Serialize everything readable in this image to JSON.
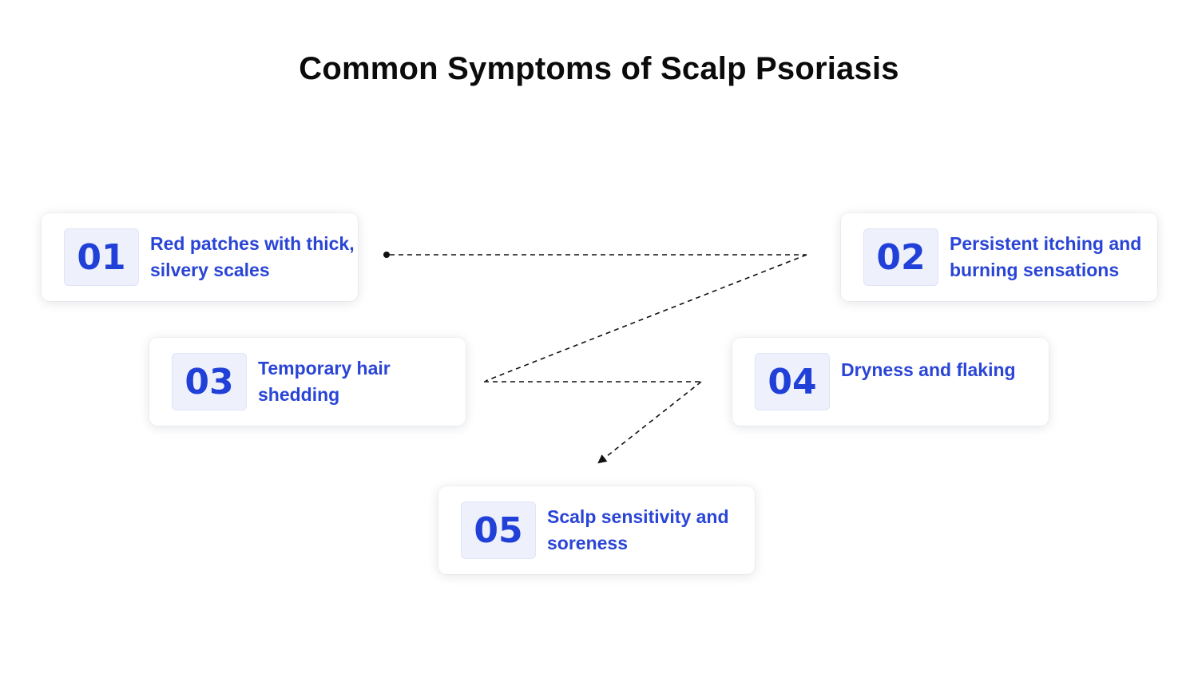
{
  "title": "Common Symptoms of Scalp Psoriasis",
  "colors": {
    "accent": "#2a45d6",
    "number_box_bg": "#eef1fc",
    "connector": "#111111"
  },
  "steps": [
    {
      "number": "01",
      "label": "Red patches with thick, silvery scales"
    },
    {
      "number": "02",
      "label": "Persistent itching and burning sensations"
    },
    {
      "number": "03",
      "label": "Temporary hair shedding"
    },
    {
      "number": "04",
      "label": "Dryness and flaking"
    },
    {
      "number": "05",
      "label": "Scalp sensitivity and soreness"
    }
  ]
}
